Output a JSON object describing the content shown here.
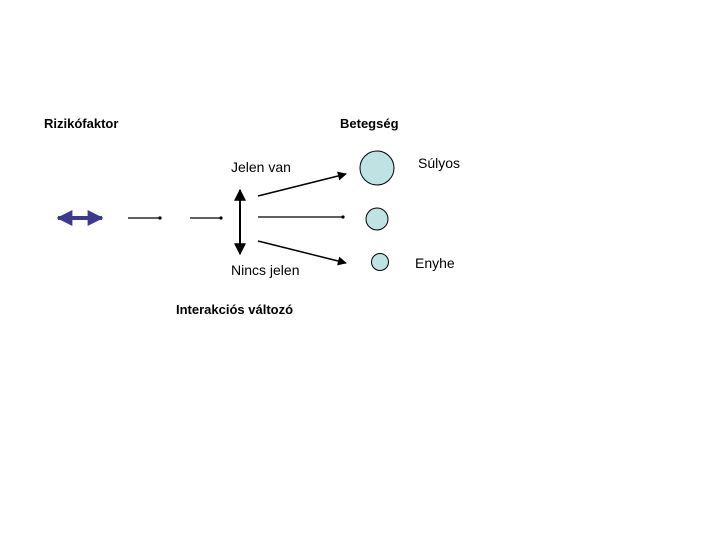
{
  "labels": {
    "risk_factor": "Rizikófaktor",
    "disease": "Betegség",
    "present": "Jelen van",
    "absent": "Nincs jelen",
    "interaction_variable": "Interakciós változó",
    "severe": "Súlyos",
    "mild": "Enyhe"
  },
  "colors": {
    "risk_arrow": "#3b3b8c",
    "circle_fill": "#bfe3e3",
    "line": "#000000"
  }
}
